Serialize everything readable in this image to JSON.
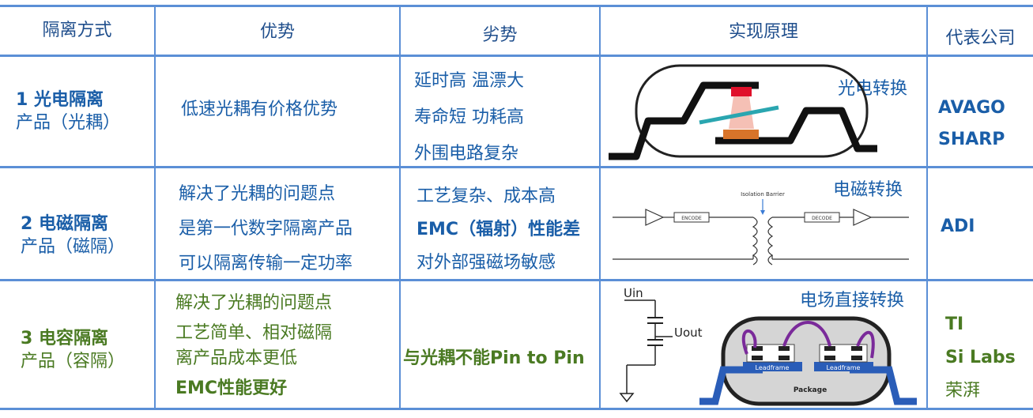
{
  "headers": [
    "隔离方式",
    "优势",
    "劣势",
    "实现原理",
    "代表公司"
  ],
  "rows": [
    {
      "method": [
        "1 光电隔离",
        "产品（光耦）"
      ],
      "advantages": [
        "低速光耦有价格优势"
      ],
      "disadvantages": [
        "延时高  温漂大",
        "寿命短  功耗高",
        "外围电路复杂"
      ],
      "principle_label": "光电转换",
      "companies": [
        "AVAGO",
        "SHARP"
      ],
      "color": "#1a5ea8"
    },
    {
      "method": [
        "2 电磁隔离",
        "产品（磁隔）"
      ],
      "advantages": [
        "解决了光耦的问题点",
        "是第一代数字隔离产品",
        "可以隔离传输一定功率"
      ],
      "disadvantages": [
        "工艺复杂、成本高",
        "EMC（辐射）性能差",
        "对外部强磁场敏感"
      ],
      "principle_label": "电磁转换",
      "diagram_text": {
        "barrier": "Isolation Barrier",
        "encode": "ENCODE",
        "decode": "DECODE"
      },
      "companies": [
        "ADI"
      ],
      "color": "#1a5ea8"
    },
    {
      "method": [
        "3 电容隔离",
        "产品（容隔）"
      ],
      "advantages": [
        "解决了光耦的问题点",
        "工艺简单、相对磁隔",
        "离产品成本更低",
        "EMC性能更好"
      ],
      "disadvantages": [
        "与光耦不能Pin to Pin"
      ],
      "principle_label": "电场直接转换",
      "diagram_text": {
        "uin": "Uin",
        "uout": "Uout",
        "leadframe": "Leadframe",
        "package": "Package"
      },
      "companies": [
        "TI",
        "Si Labs",
        "荣湃"
      ],
      "color": "#4a7a22"
    }
  ]
}
